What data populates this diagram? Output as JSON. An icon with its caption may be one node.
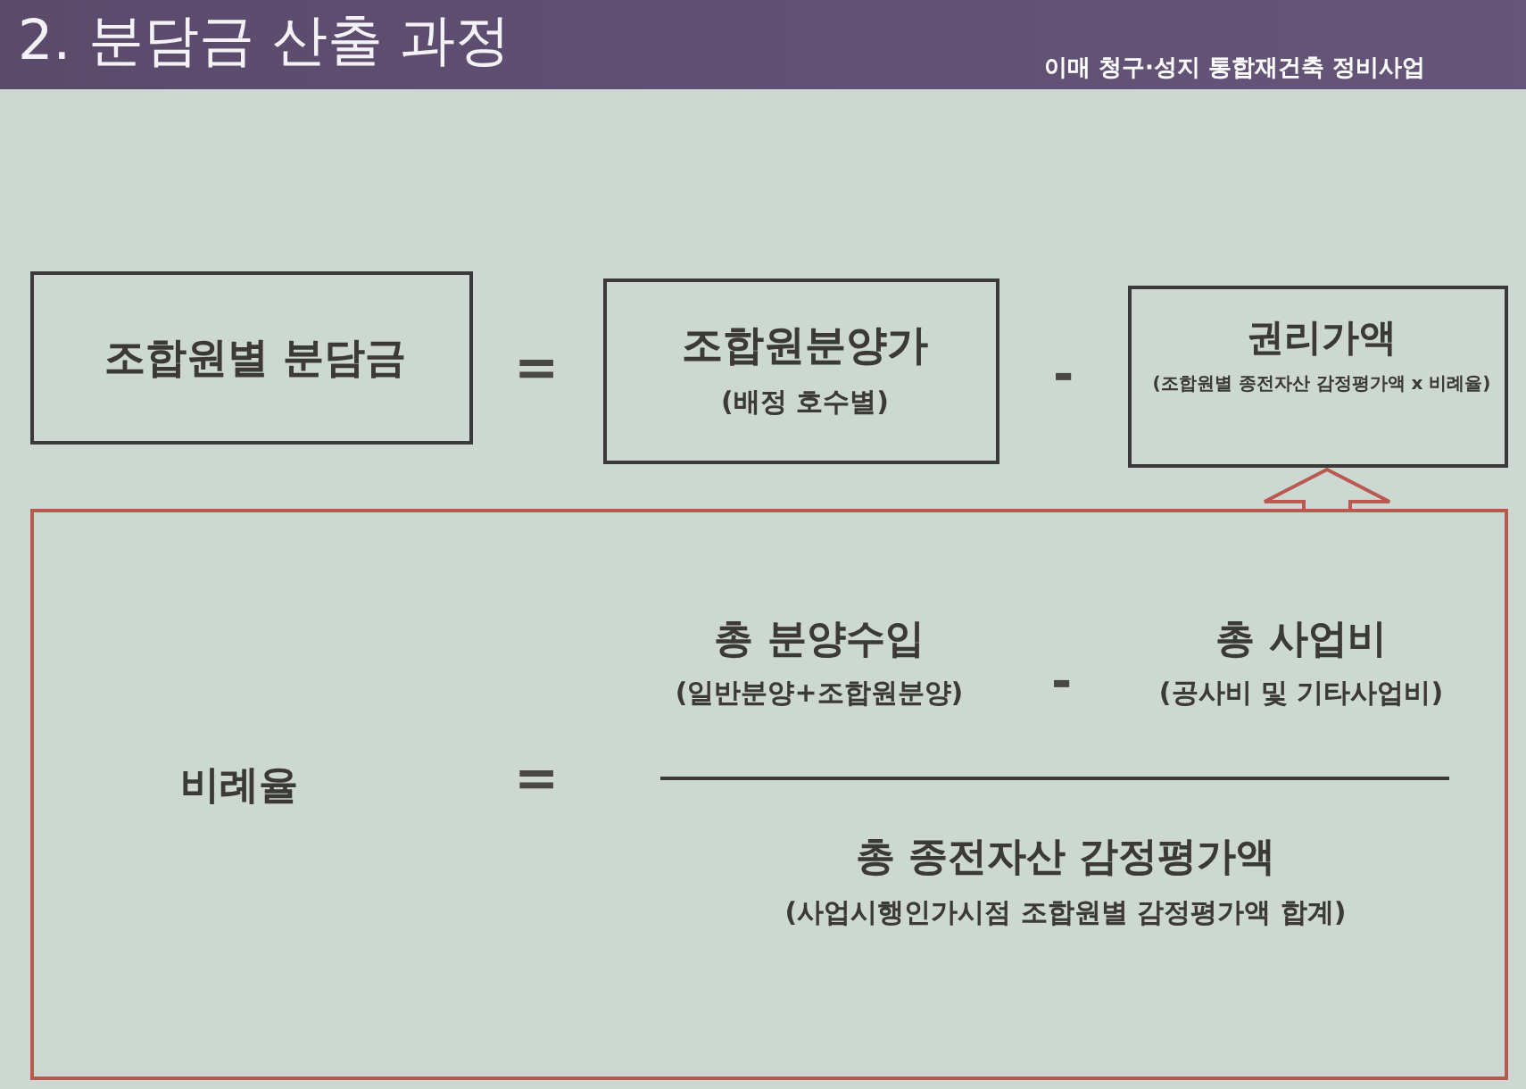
{
  "diagram": {
    "title": "2. 분담금 산출 과정",
    "nodes": [
      {
        "text": [
          "조합원별 분담금"
        ]
      },
      {
        "text": [
          "조합원분양가",
          "(배정 호수별)"
        ]
      },
      {
        "text": [
          "권리가액",
          "(조합원별 종전자산 감정평가액 x 비례율)"
        ]
      },
      {
        "text": [
          "비례율",
          "총 분양수입",
          "(일반분양+조합원분양)",
          "총 사업비",
          "(공사비 및 기타사업비)",
          "총 종전자산 감정평가액",
          "(사업시행인가시점 조합원별 감정평가액 합계)"
        ]
      }
    ],
    "edges": [
      {
        "from": 3,
        "to": 2,
        "arrow": "to"
      }
    ],
    "labels": [
      "이매 청구·성지 통합재건축 정비사업",
      "=",
      "-",
      "-",
      "="
    ]
  }
}
